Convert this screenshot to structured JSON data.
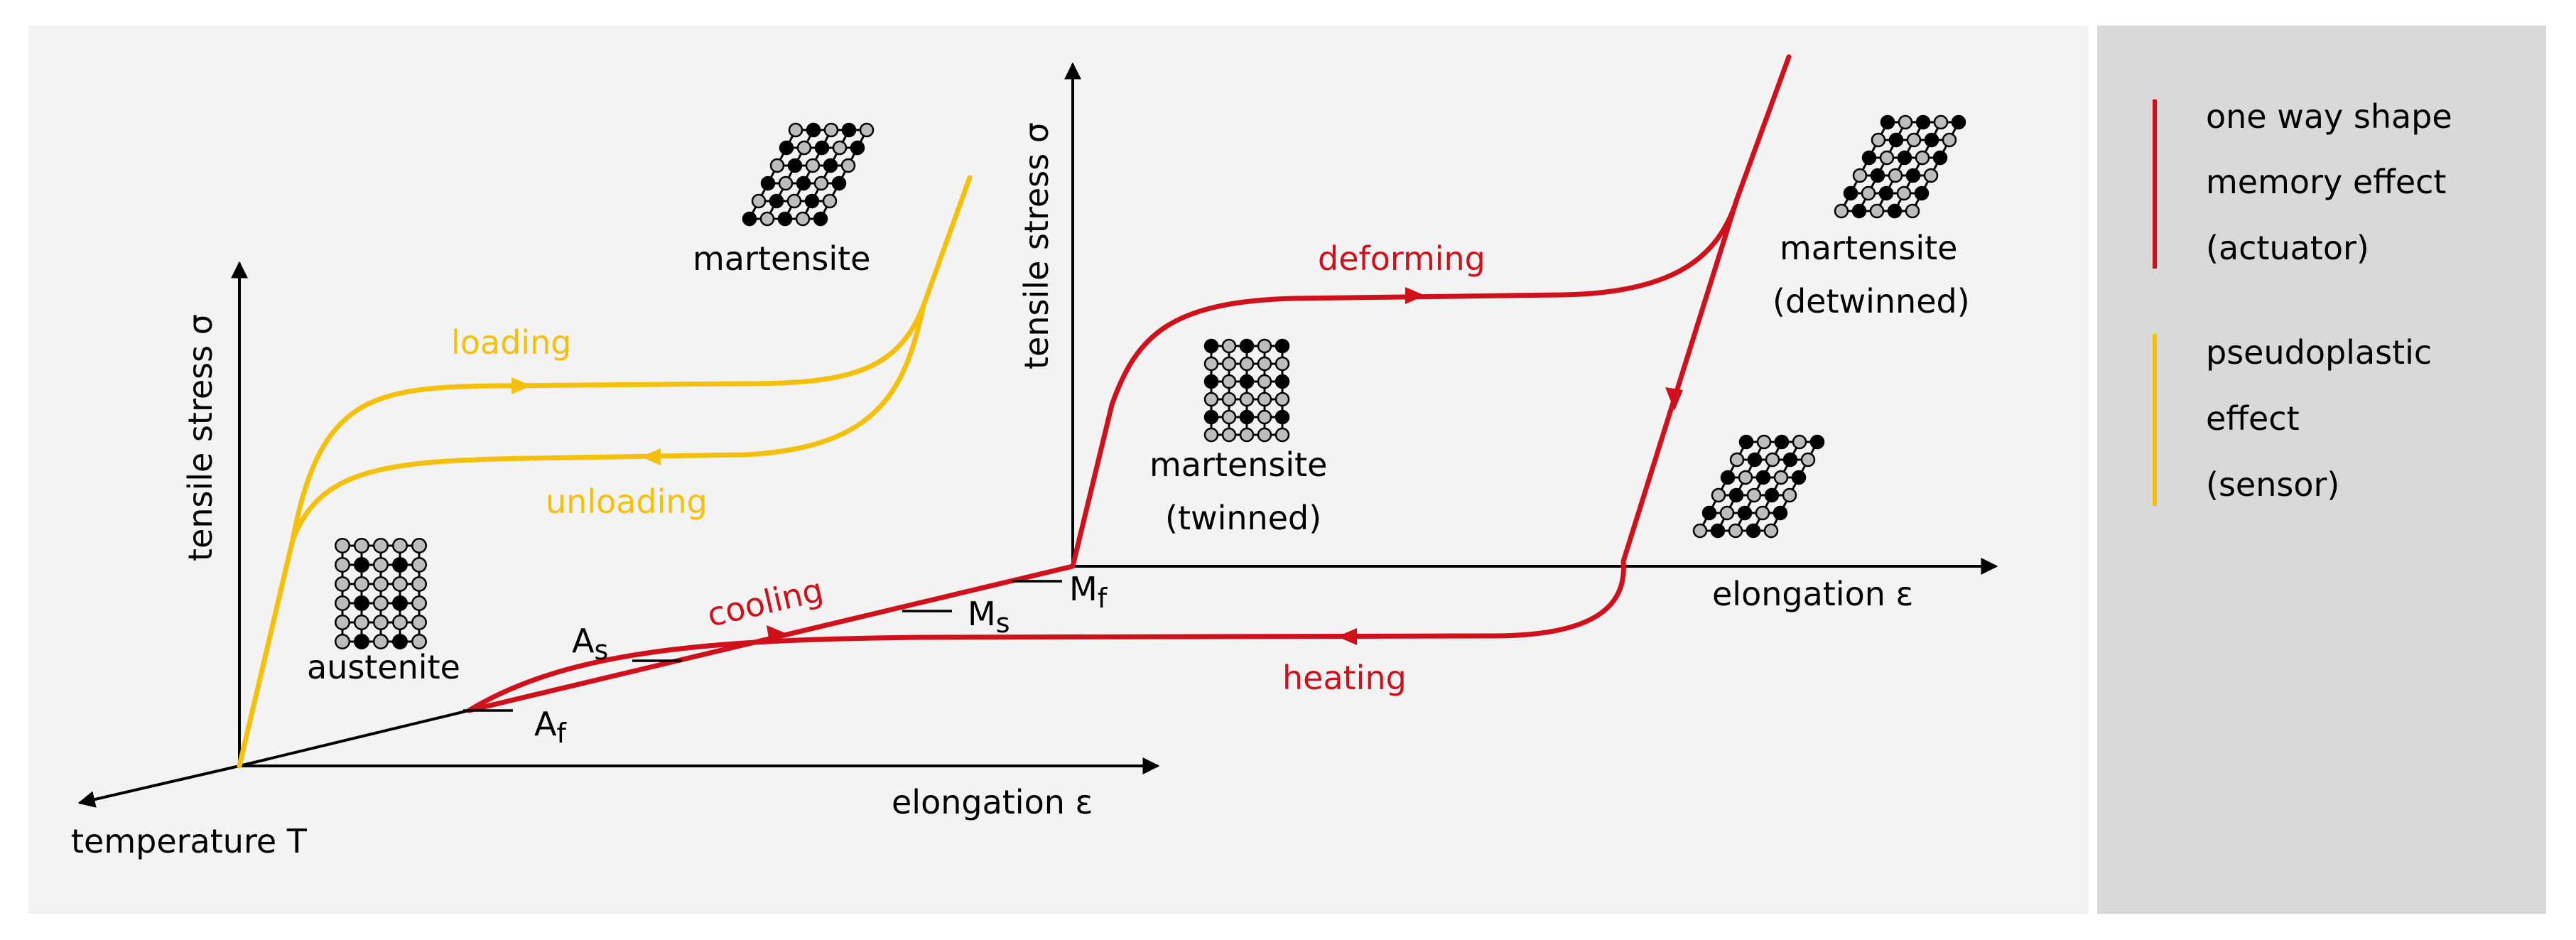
{
  "labels": {
    "temperature_axis": "temperature T",
    "elongation_axis_front": "elongation ε",
    "elongation_axis_back": "elongation ε",
    "stress_axis_front": "tensile stress σ",
    "stress_axis_back": "tensile stress σ",
    "loading": "loading",
    "unloading": "unloading",
    "deforming": "deforming",
    "cooling": "cooling",
    "heating": "heating",
    "austenite": "austenite",
    "martensite": "martensite",
    "martensite_twinned_1": "martensite",
    "martensite_twinned_2": "(twinned)",
    "martensite_detwinned_1": "martensite",
    "martensite_detwinned_2": "(detwinned)",
    "as_main": "A",
    "as_sub": "s",
    "af_main": "A",
    "af_sub": "f",
    "ms_main": "M",
    "ms_sub": "s",
    "mf_main": "M",
    "mf_sub": "f"
  },
  "legend": {
    "items": [
      {
        "lines": [
          "one way shape",
          "memory effect",
          "(actuator)"
        ],
        "color": "#d0101a"
      },
      {
        "lines": [
          "pseudoplastic",
          "effect",
          "(sensor)"
        ],
        "color": "#f5c00a"
      }
    ]
  },
  "colors": {
    "red": "#d0101a",
    "yellow": "#f5c00a",
    "panel": "#f3f3f3",
    "legend_panel": "#d9d9d9",
    "axis": "#000000"
  }
}
